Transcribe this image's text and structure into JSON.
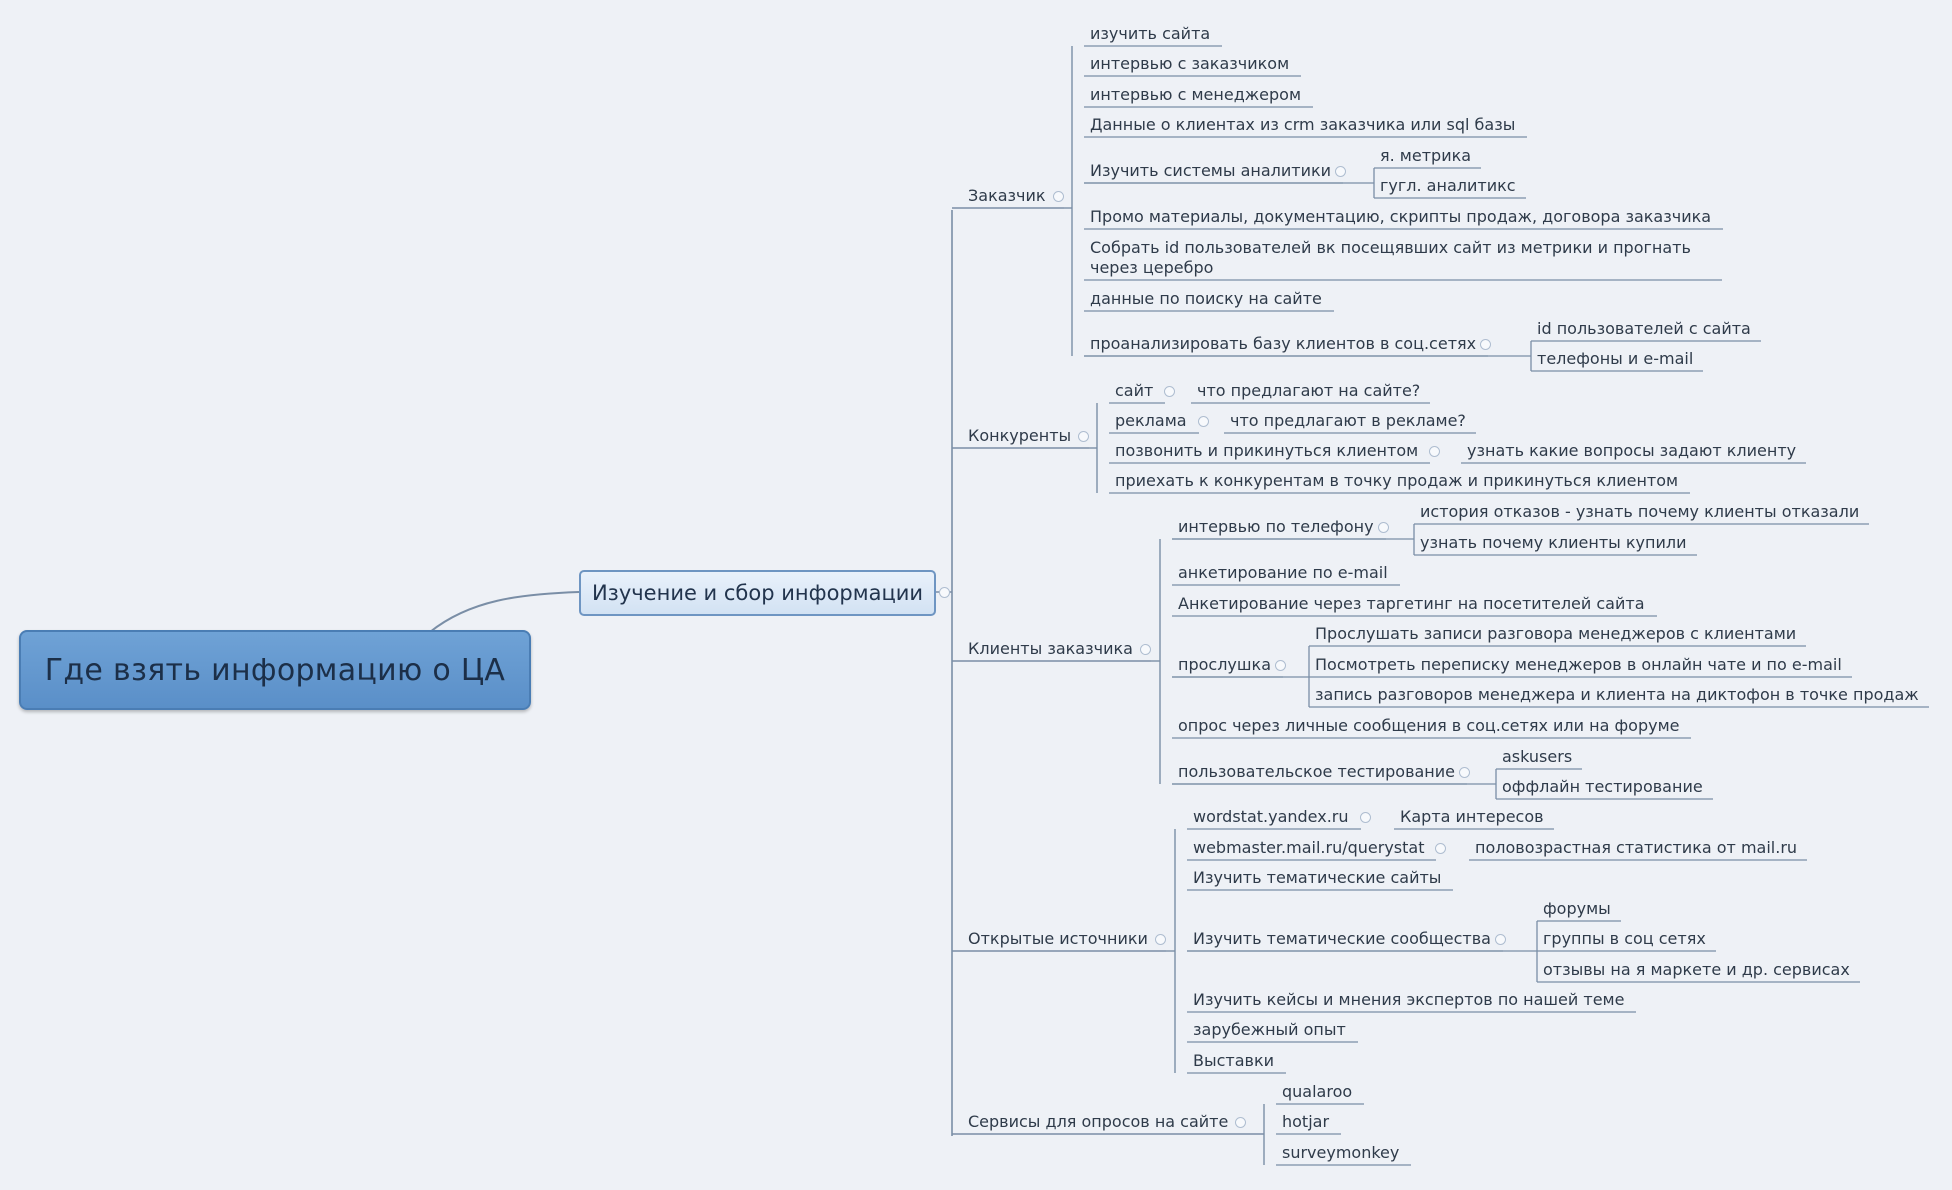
{
  "central": {
    "label": "Где взять информацию о ЦА"
  },
  "main": {
    "label": "Изучение и сбор информации"
  },
  "branches": {
    "zakazchik": {
      "label": "Заказчик",
      "items": [
        "изучить сайта",
        "интервью с заказчиком",
        "интервью с менеджером",
        "Данные о клиентах из crm заказчика или sql базы",
        "Изучить системы аналитики",
        "Промо материалы, документацию, скрипты продаж, договора заказчика",
        "Собрать id пользователей вк посещявших сайт из метрики и прогнать через церебро",
        "данные по поиску на сайте",
        "проанализировать базу клиентов в соц.сетях"
      ],
      "analytics_children": [
        "я. метрика",
        "гугл. аналитикс"
      ],
      "social_children": [
        "id пользователей с сайта",
        "телефоны и e-mail"
      ]
    },
    "konkurenty": {
      "label": "Конкуренты",
      "items": [
        "сайт",
        "реклама",
        "позвонить и прикинуться клиентом",
        "приехать к конкурентам в точку продаж и прикинуться клиентом"
      ],
      "children": [
        "что предлагают на сайте?",
        "что предлагают в рекламе?",
        "узнать какие вопросы задают клиенту"
      ]
    },
    "klienty": {
      "label": "Клиенты заказчика",
      "items": [
        "интервью по телефону",
        "анкетирование по e-mail",
        "Анкетирование через таргетинг на посетителей сайта",
        "прослушка",
        "опрос через личные сообщения в соц.сетях или на форуме",
        "пользовательское тестирование"
      ],
      "phone_children": [
        "история отказов - узнать почему клиенты отказали",
        "узнать почему клиенты купили"
      ],
      "listen_children": [
        "Прослушать записи разговора менеджеров с клиентами",
        "Посмотреть переписку менеджеров в онлайн чате и по e-mail",
        "запись разговоров менеджера и клиента на диктофон в точке продаж"
      ],
      "testing_children": [
        "askusers",
        "оффлайн тестирование"
      ]
    },
    "otkrytye": {
      "label": "Открытые источники",
      "items": [
        "wordstat.yandex.ru",
        "webmaster.mail.ru/querystat",
        "Изучить тематические сайты",
        "Изучить тематические сообщества",
        "Изучить кейсы и мнения экспертов по нашей теме",
        "зарубежный опыт",
        "Выставки"
      ],
      "wordstat_child": "Карта интересов",
      "webmaster_child": "половозрастная статистика от mail.ru",
      "community_children": [
        "форумы",
        "группы в соц сетях",
        "отзывы на я маркете и др. сервисах"
      ]
    },
    "servisy": {
      "label": "Сервисы для опросов на сайте",
      "items": [
        "qualaroo",
        "hotjar",
        "surveymonkey"
      ]
    }
  }
}
